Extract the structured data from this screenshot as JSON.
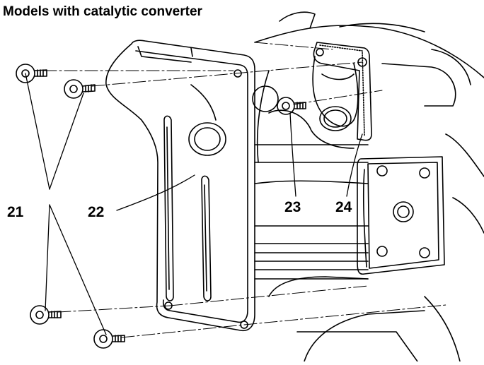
{
  "title": "Models with catalytic converter",
  "callouts": {
    "c21": "21",
    "c22": "22",
    "c23": "23",
    "c24": "24"
  },
  "colors": {
    "line": "#000000",
    "background": "#ffffff"
  }
}
